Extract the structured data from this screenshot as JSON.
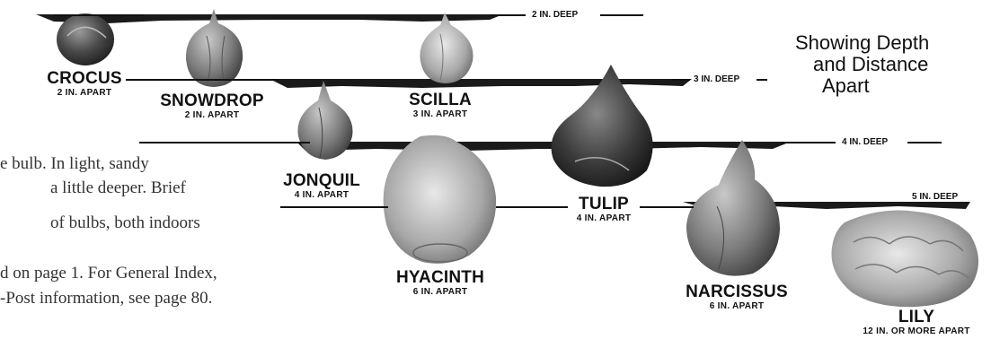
{
  "title": {
    "line1": "Showing Depth",
    "line2": "and Distance",
    "line3": "Apart"
  },
  "depths": {
    "d2": "2 IN. DEEP",
    "d3": "3 IN. DEEP",
    "d4": "4 IN. DEEP",
    "d5": "5 IN. DEEP"
  },
  "bulbs": {
    "crocus": {
      "name": "CROCUS",
      "spacing": "2 IN. APART"
    },
    "snowdrop": {
      "name": "SNOWDROP",
      "spacing": "2 IN. APART"
    },
    "scilla": {
      "name": "SCILLA",
      "spacing": "3 IN. APART"
    },
    "jonquil": {
      "name": "JONQUIL",
      "spacing": "4 IN. APART"
    },
    "tulip": {
      "name": "TULIP",
      "spacing": "4 IN. APART"
    },
    "hyacinth": {
      "name": "HYACINTH",
      "spacing": "6 IN. APART"
    },
    "narcissus": {
      "name": "NARCISSUS",
      "spacing": "6 IN. APART"
    },
    "lily": {
      "name": "LILY",
      "spacing": "12 IN. OR MORE APART"
    }
  },
  "paragraph": {
    "line1": "e bulb.  In light, sandy",
    "line2": "a little deeper.  Brief",
    "line3": "of  bulbs,  both indoors",
    "line4": "d on page 1.  For General Index,",
    "line5": "-Post information, see page 80."
  }
}
